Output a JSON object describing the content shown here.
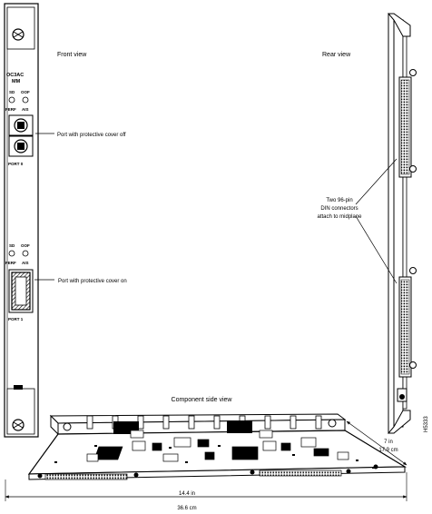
{
  "labels": {
    "front_view": "Front view",
    "rear_view": "Rear view",
    "component_side_view": "Component side view",
    "port_cover_off": "Port with protective cover off",
    "port_cover_on": "Port with protective cover on",
    "connectors": [
      "Two 96-pin",
      "DIN connectors",
      "attach to midplane"
    ]
  },
  "faceplate": {
    "model": [
      "OC3AC",
      "MM"
    ],
    "leds_port0": [
      "SD",
      "OOF"
    ],
    "leds_port0_row2": [
      "FERF",
      "AIS"
    ],
    "port0_label": "PORT 0",
    "leds_port1": [
      "SD",
      "OOF"
    ],
    "leds_port1_row2": [
      "FERF",
      "AIS"
    ],
    "port1_label": "PORT 1"
  },
  "dimensions": {
    "depth_in": "7 in",
    "depth_cm": "17.9 cm",
    "width_in": "14.4 in",
    "width_cm": "36.6 cm"
  },
  "figure_id": "H5333"
}
